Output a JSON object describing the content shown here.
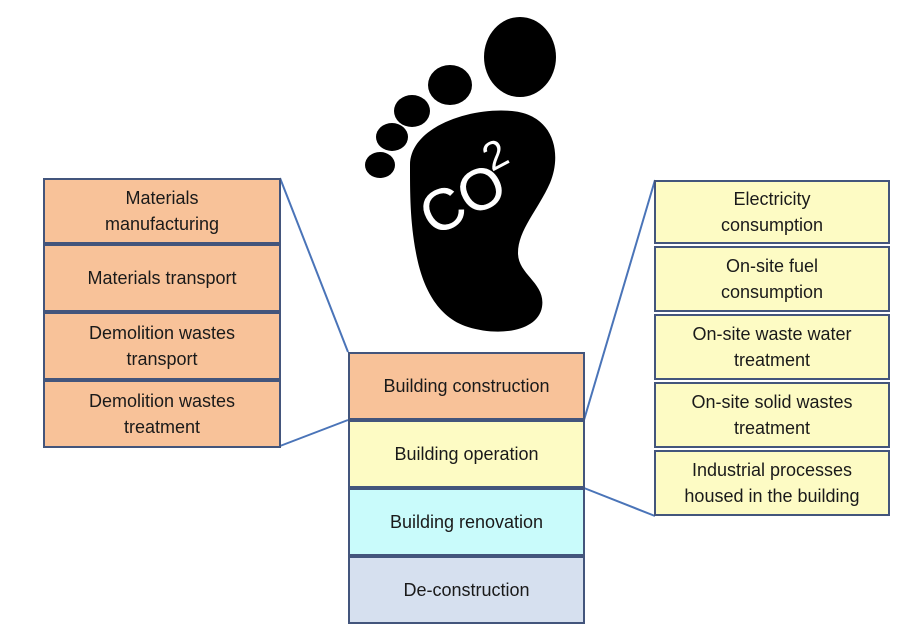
{
  "footprint": {
    "label_main": "CO",
    "label_sub": "2"
  },
  "left_group": [
    "Materials\nmanufacturing",
    "Materials transport",
    "Demolition wastes\ntransport",
    "Demolition wastes\ntreatment"
  ],
  "center_group": [
    "Building construction",
    "Building operation",
    "Building renovation",
    "De-construction"
  ],
  "right_group": [
    "Electricity\nconsumption",
    "On-site fuel\nconsumption",
    "On-site waste water\ntreatment",
    "On-site solid wastes\ntreatment",
    "Industrial processes\nhoused in the building"
  ],
  "colors": {
    "left": "#f8c299",
    "right": "#fdfbc4",
    "construction": "#f8c299",
    "operation": "#fdfbc4",
    "renovation": "#c9fbfb",
    "deconstruction": "#d6e0ef",
    "connector": "#4a74b8"
  }
}
